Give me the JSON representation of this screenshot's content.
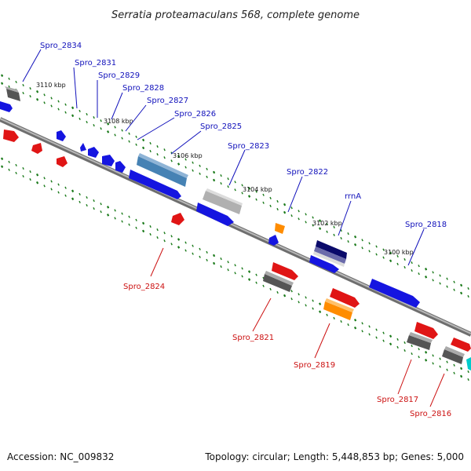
{
  "title": "Serratia proteamaculans 568, complete genome",
  "footer": {
    "accession": "Accession: NC_009832",
    "summary": "Topology: circular; Length: 5,448,853 bp; Genes: 5,000"
  },
  "ticks": [
    "3110 kbp",
    "3108 kbp",
    "3106 kbp",
    "3104 kbp",
    "3102 kbp",
    "3100 kbp"
  ],
  "upper_labels": [
    "Spro_2834",
    "Spro_2831",
    "Spro_2829",
    "Spro_2828",
    "Spro_2827",
    "Spro_2826",
    "Spro_2825",
    "Spro_2823",
    "Spro_2822",
    "rrnA",
    "Spro_2818"
  ],
  "lower_labels": [
    "Spro_2824",
    "Spro_2821",
    "Spro_2819",
    "Spro_2817",
    "Spro_2816"
  ],
  "colors": {
    "forward_gene": "#1515e0",
    "reverse_gene": "#e01515",
    "forward_shadow": "#888888",
    "backbone": "#8a8a8a",
    "tick_dots": "#1a7a1a",
    "label_blue": "#1111bb",
    "label_red": "#cc1111",
    "orange_gene": "#ff8c00",
    "steelblue_gene": "#4682b4",
    "silver_gene": "#b0b0b0",
    "navy_gene": "#0a0a6a",
    "cyan_gene": "#00cccc"
  }
}
